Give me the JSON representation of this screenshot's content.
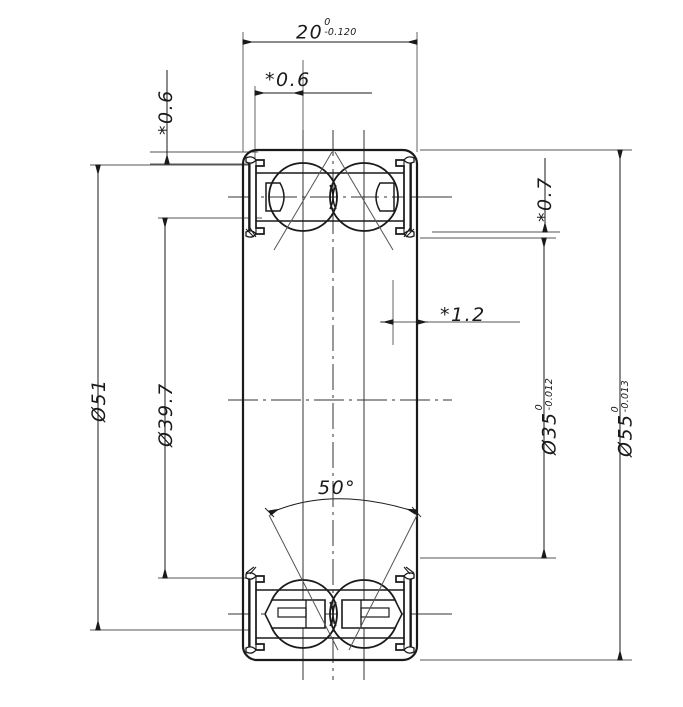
{
  "drawing": {
    "title": "Double-row angular contact ball bearing cross-section",
    "line_color": "#1a1a1a",
    "thin_line_color": "#4a4a4a",
    "background": "#ffffff",
    "dimensions": {
      "width_top": {
        "name": "overall-width",
        "value": "20",
        "tol_upper": "0",
        "tol_lower": "-0.120",
        "orientation": "horizontal"
      },
      "seal_offset_horizontal": {
        "name": "seal-offset-horizontal",
        "value": "*0.6",
        "orientation": "horizontal"
      },
      "seal_offset_vertical": {
        "name": "seal-offset-vertical",
        "value": "*0.6",
        "orientation": "vertical"
      },
      "shoulder_right": {
        "name": "shoulder-thickness",
        "value": "*0.7",
        "orientation": "vertical"
      },
      "groove_width": {
        "name": "groove-width",
        "value": "*1.2",
        "orientation": "horizontal"
      },
      "outer_race_dia": {
        "name": "outer-race-diameter",
        "value": "Ø51",
        "orientation": "vertical"
      },
      "inner_race_dia": {
        "name": "inner-race-diameter",
        "value": "Ø39.7",
        "orientation": "vertical"
      },
      "bore_dia": {
        "name": "bore-diameter",
        "value": "Ø35",
        "tol_upper": "0",
        "tol_lower": "-0.012",
        "orientation": "vertical"
      },
      "outside_dia": {
        "name": "outside-diameter",
        "value": "Ø55",
        "tol_upper": "0",
        "tol_lower": "-0.013",
        "orientation": "vertical"
      },
      "contact_angle": {
        "name": "contact-angle",
        "value": "50°",
        "orientation": "angular"
      }
    }
  }
}
